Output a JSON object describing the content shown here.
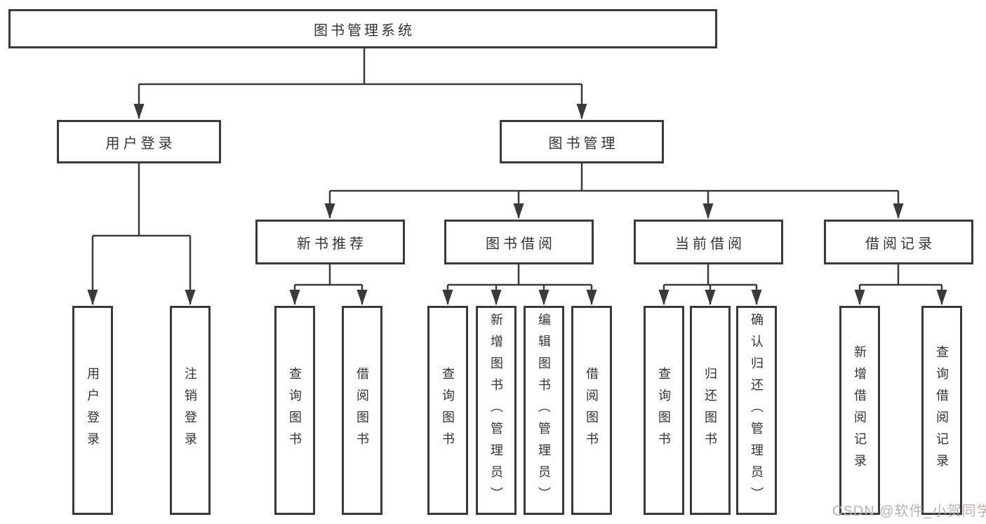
{
  "diagram": {
    "root": {
      "label": "图书管理系统"
    },
    "user_branch": {
      "label": "用户登录",
      "children": [
        {
          "label": "用户登录"
        },
        {
          "label": "注销登录"
        }
      ]
    },
    "book_branch": {
      "label": "图书管理",
      "children": [
        {
          "label": "新书推荐",
          "children": [
            {
              "label": "查询图书"
            },
            {
              "label": "借阅图书"
            }
          ]
        },
        {
          "label": "图书借阅",
          "children": [
            {
              "label": "查询图书"
            },
            {
              "label": "新增图书（管理员）"
            },
            {
              "label": "编辑图书（管理员）"
            },
            {
              "label": "借阅图书"
            }
          ]
        },
        {
          "label": "当前借阅",
          "children": [
            {
              "label": "查询图书"
            },
            {
              "label": "归还图书"
            },
            {
              "label": "确认归还（管理员）"
            }
          ]
        },
        {
          "label": "借阅记录",
          "children": [
            {
              "label": "新增借阅记录"
            },
            {
              "label": "查询借阅记录"
            }
          ]
        }
      ]
    }
  },
  "watermark": {
    "text": "CSDN @软件_小贺同学"
  },
  "colors": {
    "line": "#3a3a3a",
    "box_border": "#3a3a3a",
    "text": "#333333",
    "watermark": "#b9b3ab",
    "background": "#ffffff"
  }
}
